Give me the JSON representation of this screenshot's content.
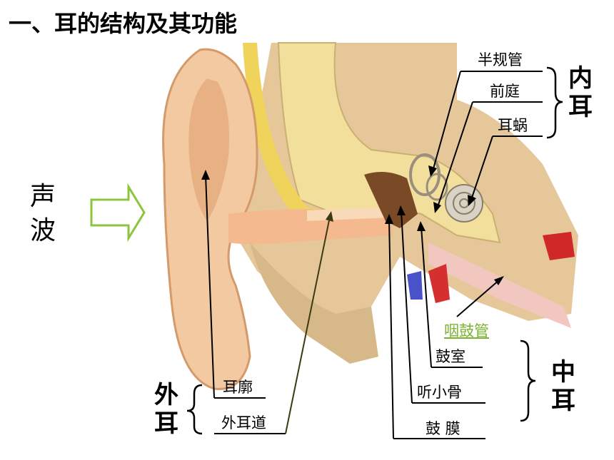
{
  "title": "一、耳的结构及其功能",
  "sound_wave": [
    "声",
    "波"
  ],
  "groups": {
    "inner": [
      "内",
      "耳"
    ],
    "middle": [
      "中",
      "耳"
    ],
    "outer": [
      "外",
      "耳"
    ]
  },
  "labels": {
    "semicircular": "半规管",
    "vestibule": "前庭",
    "cochlea": "耳蜗",
    "eustachian": "咽鼓管",
    "tympanic_cavity": "鼓室",
    "ossicles": "听小骨",
    "eardrum": "鼓 膜",
    "auricle": "耳廓",
    "ear_canal": "外耳道"
  },
  "colors": {
    "arrow": "#8cc43c",
    "link": "#7ab32e",
    "skin": "#f2c9a0",
    "bone": "#f3df9c"
  }
}
